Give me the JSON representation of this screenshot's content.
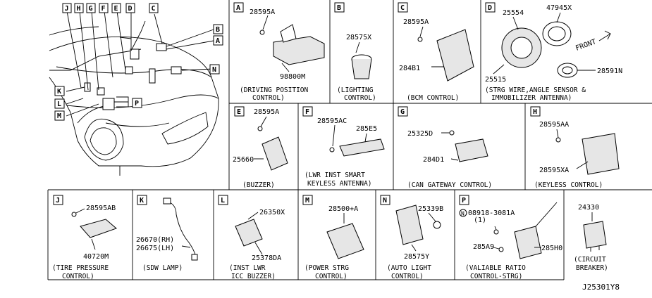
{
  "diagram_id": "J25301Y8",
  "index_labels": {
    "top_row": [
      "J",
      "H",
      "G",
      "F",
      "E",
      "D",
      "C"
    ],
    "right": [
      "B",
      "A",
      "N"
    ],
    "left": [
      "K",
      "L",
      "M"
    ],
    "bottom": "P"
  },
  "panels": {
    "A": {
      "letter": "A",
      "parts": [
        "28595A",
        "98800M"
      ],
      "caption": [
        "(DRIVING POSITION",
        "CONTROL)"
      ]
    },
    "B": {
      "letter": "B",
      "parts": [
        "28575X"
      ],
      "caption": [
        "(LIGHTING",
        "CONTROL)"
      ]
    },
    "C": {
      "letter": "C",
      "parts": [
        "28595A",
        "284B1"
      ],
      "caption": [
        "(BCM CONTROL)"
      ]
    },
    "D": {
      "letter": "D",
      "parts": [
        "25554",
        "47945X",
        "25515",
        "28591N"
      ],
      "front_label": "FRONT",
      "caption": [
        "(STRG WIRE,ANGLE SENSOR &",
        "IMMOBILIZER ANTENNA)"
      ]
    },
    "E": {
      "letter": "E",
      "parts": [
        "28595A",
        "25660"
      ],
      "caption": [
        "(BUZZER)"
      ]
    },
    "F": {
      "letter": "F",
      "parts": [
        "28595AC",
        "285E5"
      ],
      "caption": [
        "(LWR INST SMART",
        "KEYLESS ANTENNA)"
      ]
    },
    "G": {
      "letter": "G",
      "parts": [
        "25325D",
        "284D1"
      ],
      "caption": [
        "(CAN GATEWAY CONTROL)"
      ]
    },
    "H": {
      "letter": "H",
      "parts": [
        "28595AA",
        "28595XA"
      ],
      "caption": [
        "(KEYLESS CONTROL)"
      ]
    },
    "J": {
      "letter": "J",
      "parts": [
        "28595AB",
        "40720M"
      ],
      "caption": [
        "(TIRE PRESSURE",
        "CONTROL)"
      ]
    },
    "K": {
      "letter": "K",
      "parts": [
        "26670(RH)",
        "26675(LH)"
      ],
      "caption": [
        "(SDW LAMP)"
      ]
    },
    "L": {
      "letter": "L",
      "parts": [
        "26350X",
        "25378DA"
      ],
      "caption": [
        "(INST LWR",
        "ICC BUZZER)"
      ]
    },
    "M": {
      "letter": "M",
      "parts": [
        "28500+A"
      ],
      "caption": [
        "(POWER STRG",
        "CONTROL)"
      ]
    },
    "N": {
      "letter": "N",
      "parts": [
        "25339B",
        "28575Y"
      ],
      "caption": [
        "(AUTO LIGHT",
        "CONTROL)"
      ]
    },
    "P": {
      "letter": "P",
      "parts": [
        "08918-3081A",
        "(1)",
        "285A9",
        "285H0"
      ],
      "bolt_symbol": "N",
      "caption": [
        "(VALIABLE RATIO",
        "CONTROL-STRG)"
      ]
    },
    "CB": {
      "parts": [
        "24330"
      ],
      "caption": [
        "(CIRCUIT",
        "BREAKER)"
      ]
    }
  }
}
